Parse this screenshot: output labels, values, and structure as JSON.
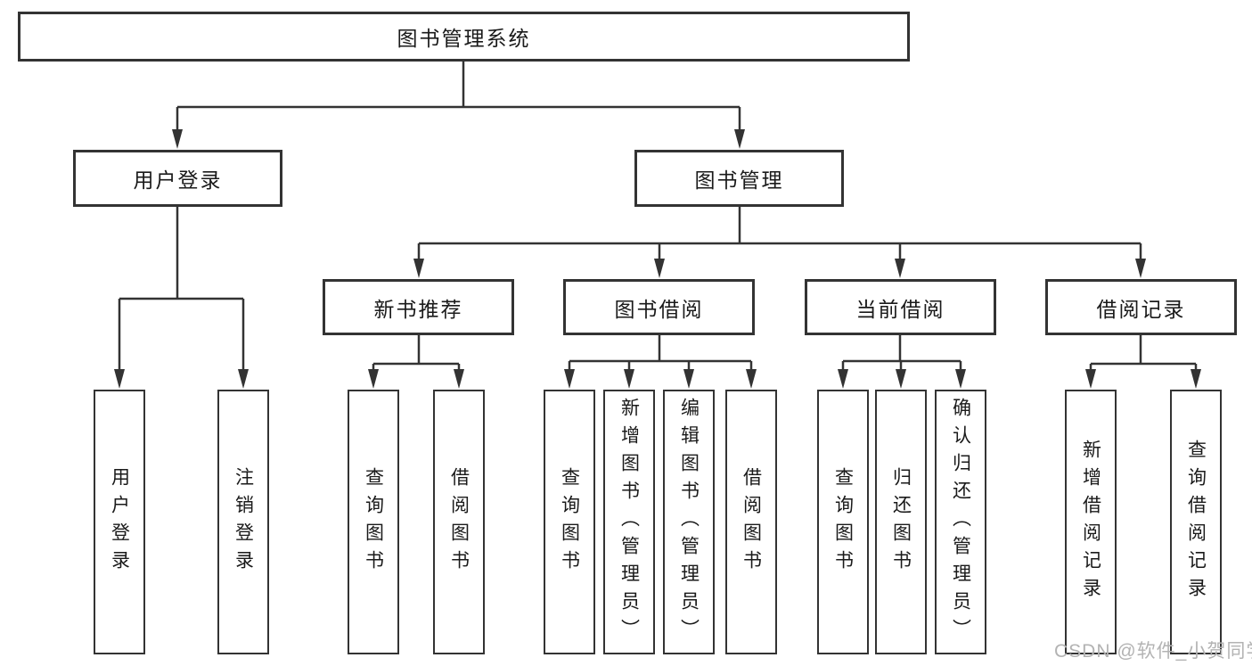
{
  "diagram": {
    "root": {
      "label": "图书管理系统"
    },
    "branches": [
      {
        "label": "用户登录",
        "children": [
          {
            "label": "用户登录"
          },
          {
            "label": "注销登录"
          }
        ]
      },
      {
        "label": "图书管理",
        "children": [
          {
            "label": "新书推荐",
            "children": [
              {
                "label": "查询图书"
              },
              {
                "label": "借阅图书"
              }
            ]
          },
          {
            "label": "图书借阅",
            "children": [
              {
                "label": "查询图书"
              },
              {
                "label": "新增图书（管理员）"
              },
              {
                "label": "编辑图书（管理员）"
              },
              {
                "label": "借阅图书"
              }
            ]
          },
          {
            "label": "当前借阅",
            "children": [
              {
                "label": "查询图书"
              },
              {
                "label": "归还图书"
              },
              {
                "label": "确认归还（管理员）"
              }
            ]
          },
          {
            "label": "借阅记录",
            "children": [
              {
                "label": "新增借阅记录"
              },
              {
                "label": "查询借阅记录"
              }
            ]
          }
        ]
      }
    ]
  },
  "watermark": {
    "text": "CSDN @软件_小贺同学"
  },
  "colors": {
    "line": "#333333",
    "text": "#1a1a1a",
    "watermark": "#b3b3b3",
    "background": "#ffffff"
  }
}
